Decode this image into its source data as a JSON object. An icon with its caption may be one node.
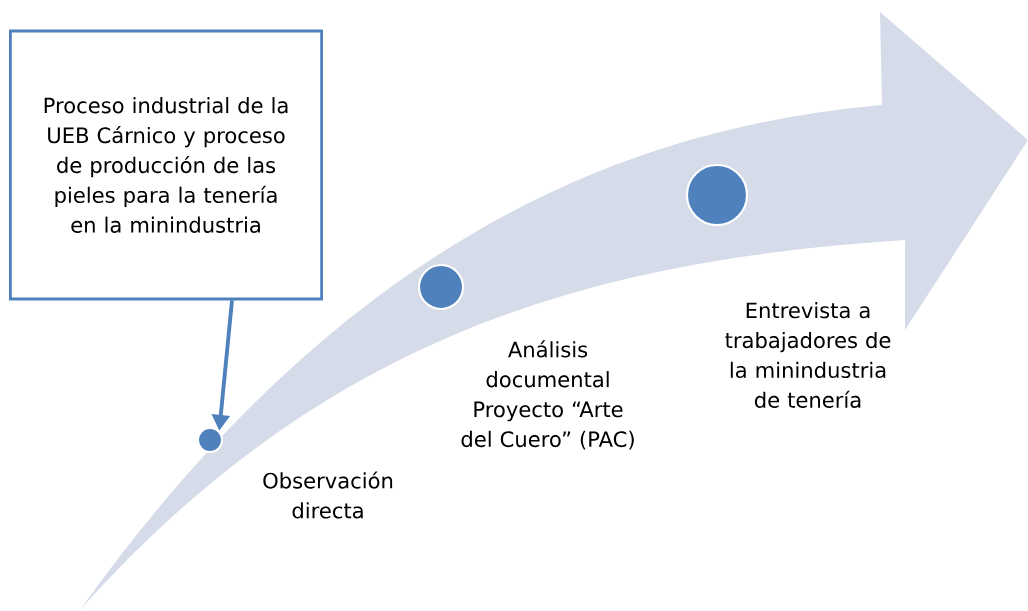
{
  "diagram": {
    "nodes": [
      {
        "text": [
          "Proceso industrial de la UEB Cárnico y proceso de producción de las pieles para la tenería en la minindustria"
        ]
      },
      {
        "text": [],
        "shape": "circle",
        "beside": [
          "Observación directa"
        ]
      },
      {
        "text": [],
        "shape": "circle",
        "beside": [
          "Análisis documental Proyecto “Arte del Cuero” (PAC)"
        ]
      },
      {
        "text": [],
        "shape": "circle",
        "beside": [
          "Entrevista a trabajadores de la minindustria de tenería"
        ]
      }
    ],
    "edges": [
      {
        "from": 0,
        "to": 1,
        "arrow": "to"
      }
    ]
  }
}
